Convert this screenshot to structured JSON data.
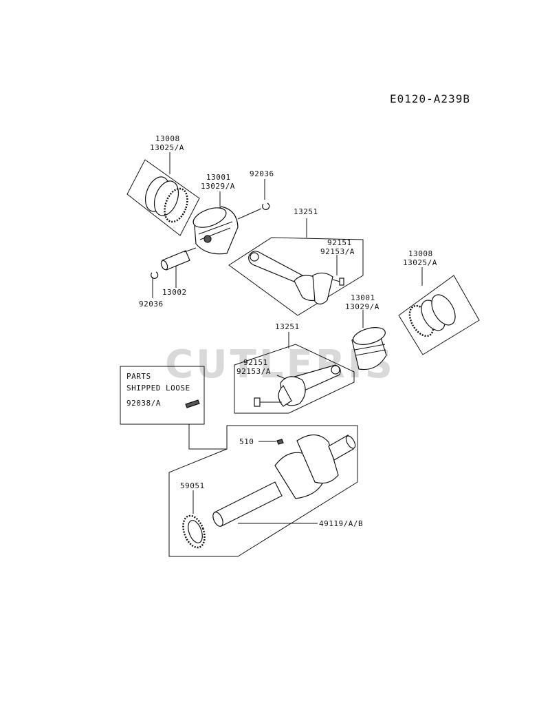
{
  "diagram_code": "E0120-A239B",
  "watermark": "CUTLERIS",
  "labels": {
    "rings_left_a": "13008",
    "rings_left_b": "13025/A",
    "piston_left_a": "13001",
    "piston_left_b": "13029/A",
    "clip_top": "92036",
    "clip_bottom": "92036",
    "pin": "13002",
    "rod_top": "13251",
    "bolt_top_a": "92151",
    "bolt_top_b": "92153/A",
    "rings_right_a": "13008",
    "rings_right_b": "13025/A",
    "piston_right_a": "13001",
    "piston_right_b": "13029/A",
    "rod_mid": "13251",
    "bolt_mid_a": "92151",
    "bolt_mid_b": "92153/A",
    "loose_title_1": "PARTS",
    "loose_title_2": "SHIPPED LOOSE",
    "loose_part": "92038/A",
    "key": "510",
    "gear": "59051",
    "crankshaft": "49119/A/B"
  }
}
